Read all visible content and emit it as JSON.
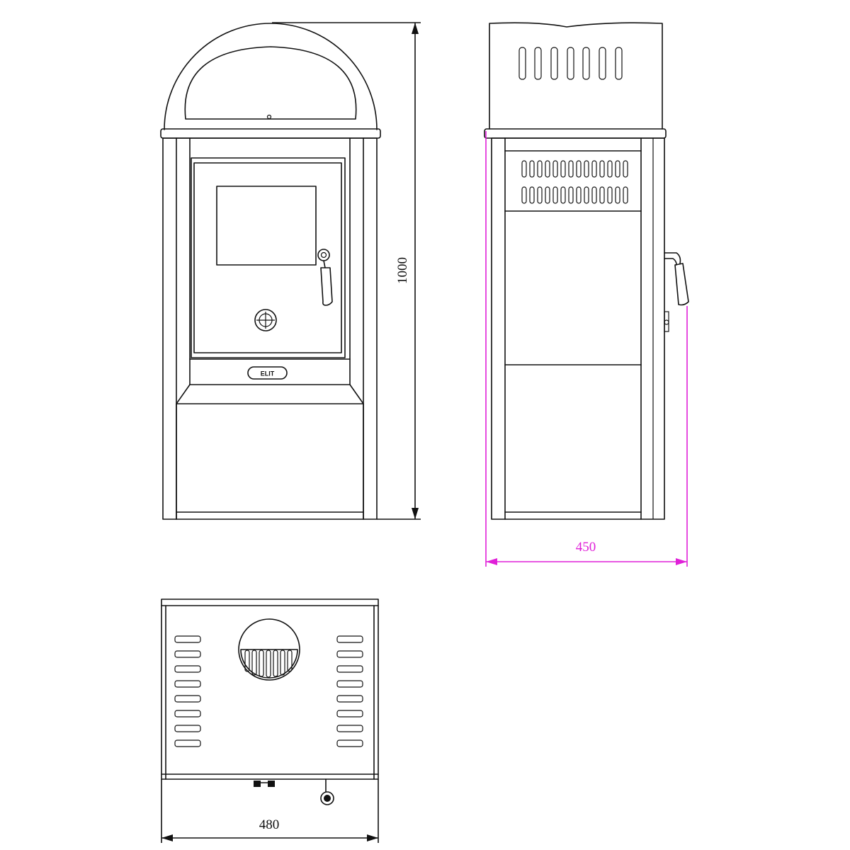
{
  "dimensions": {
    "height": "1000",
    "depth": "450",
    "width": "480"
  },
  "badge": {
    "text": "ELIT"
  },
  "colors": {
    "line": "#111111",
    "dimension_primary": "#111111",
    "dimension_accent": "#e020d8",
    "background": "#ffffff"
  }
}
